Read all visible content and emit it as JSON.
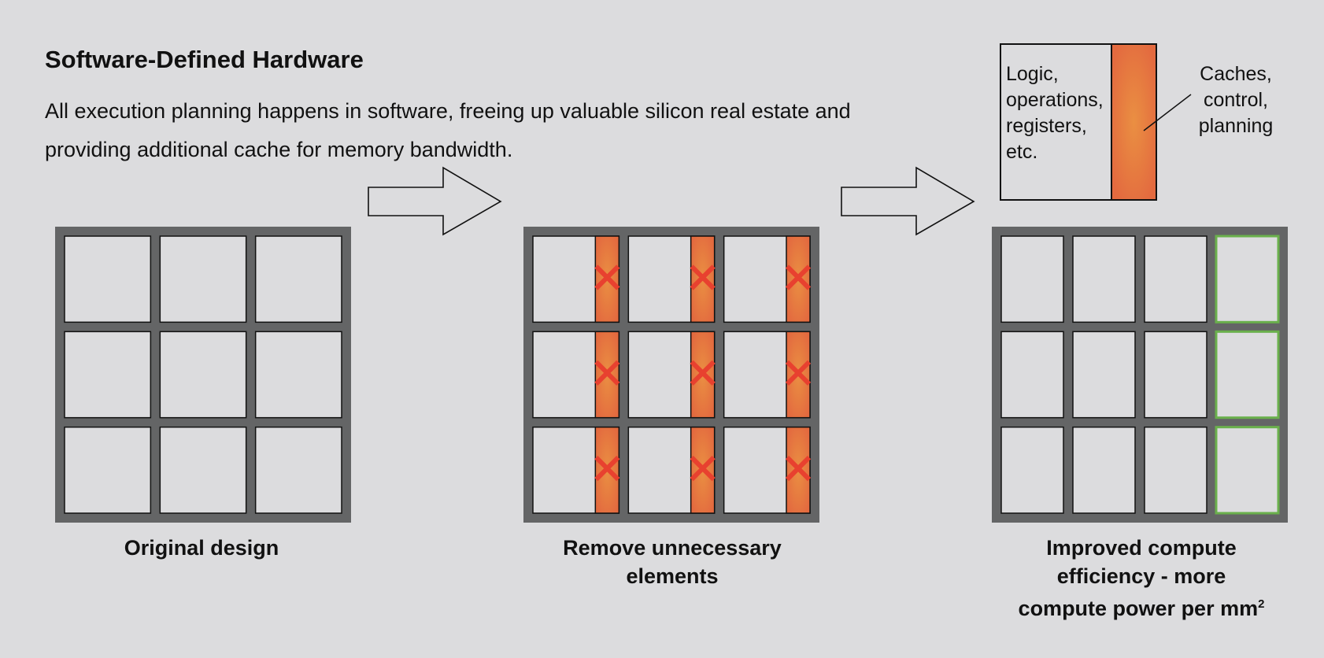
{
  "header": {
    "title": "Software-Defined Hardware",
    "description_line1": "All execution planning happens in software, freeing up valuable silicon real estate and",
    "description_line2": "providing additional cache for memory bandwidth."
  },
  "legend": {
    "logic_label": [
      "Logic,",
      "operations,",
      "registers,",
      "etc."
    ],
    "cache_label": [
      "Caches,",
      "control,",
      "planning"
    ]
  },
  "panels": [
    {
      "caption": [
        "Original design"
      ],
      "columns": 3,
      "rows": 3,
      "cache_strip": false,
      "removed": false,
      "extra_column": false
    },
    {
      "caption": [
        "Remove unnecessary",
        "elements"
      ],
      "columns": 3,
      "rows": 3,
      "cache_strip": true,
      "removed": true,
      "extra_column": false
    },
    {
      "caption": [
        "Improved compute",
        "efficiency - more",
        "compute power per mm"
      ],
      "caption_superscript": "2",
      "columns": 4,
      "rows": 3,
      "cache_strip": false,
      "removed": false,
      "extra_column": true
    }
  ],
  "colors": {
    "background": "#dcdcde",
    "grid": "#646566",
    "cell": "#dcdcde",
    "cache_outer": "#e36a3f",
    "cache_inner": "#ea8f42",
    "remove_mark": "#e8412f",
    "new_cell_border": "#6ab04c"
  }
}
